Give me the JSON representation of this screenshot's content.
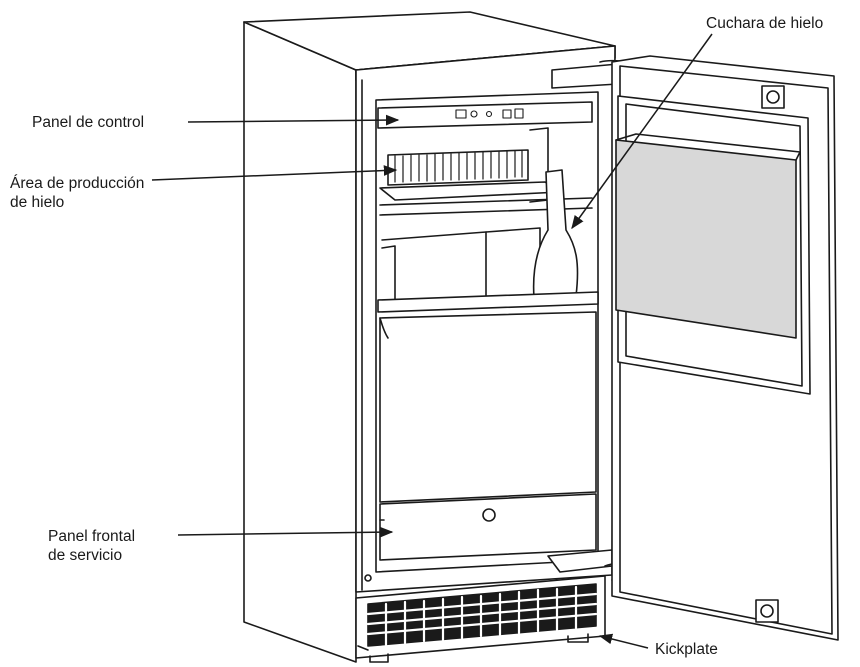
{
  "labels": {
    "control_panel": "Panel de control",
    "ice_production_area": [
      "Área de producción",
      "de hielo"
    ],
    "ice_scoop": "Cuchara de hielo",
    "service_front_panel": [
      "Panel frontal",
      "de servicio"
    ],
    "kickplate": "Kickplate"
  },
  "colors": {
    "line": "#1a1a1a",
    "shade": "#d8d8d8",
    "background": "#ffffff"
  }
}
